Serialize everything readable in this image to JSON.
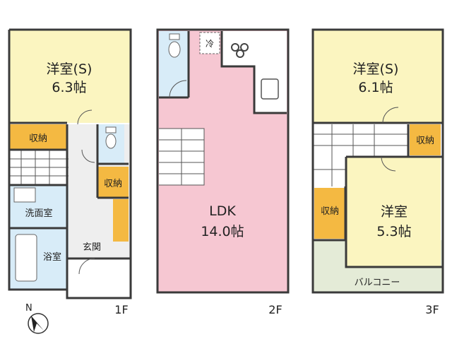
{
  "colors": {
    "wall": "#3a3a3a",
    "western_room": "#fbf5c0",
    "storage": "#f4b942",
    "wet_area": "#d8ecf8",
    "ldk": "#f6c7d2",
    "hall": "#eeeeee",
    "balcony": "#e4ebd7"
  },
  "floor1": {
    "label": "1F",
    "room_s": {
      "name": "洋室(S)",
      "size": "6.3帖"
    },
    "storage_a": "収納",
    "storage_b": "収納",
    "washroom": "洗面室",
    "bathroom": "浴室",
    "entrance": "玄関"
  },
  "floor2": {
    "label": "2F",
    "ldk": {
      "name": "LDK",
      "size": "14.0帖"
    },
    "fridge": "冷"
  },
  "floor3": {
    "label": "3F",
    "room_s": {
      "name": "洋室(S)",
      "size": "6.1帖"
    },
    "room": {
      "name": "洋室",
      "size": "5.3帖"
    },
    "storage_a": "収納",
    "storage_b": "収納",
    "balcony": "バルコニー"
  },
  "compass": {
    "label": "N"
  }
}
